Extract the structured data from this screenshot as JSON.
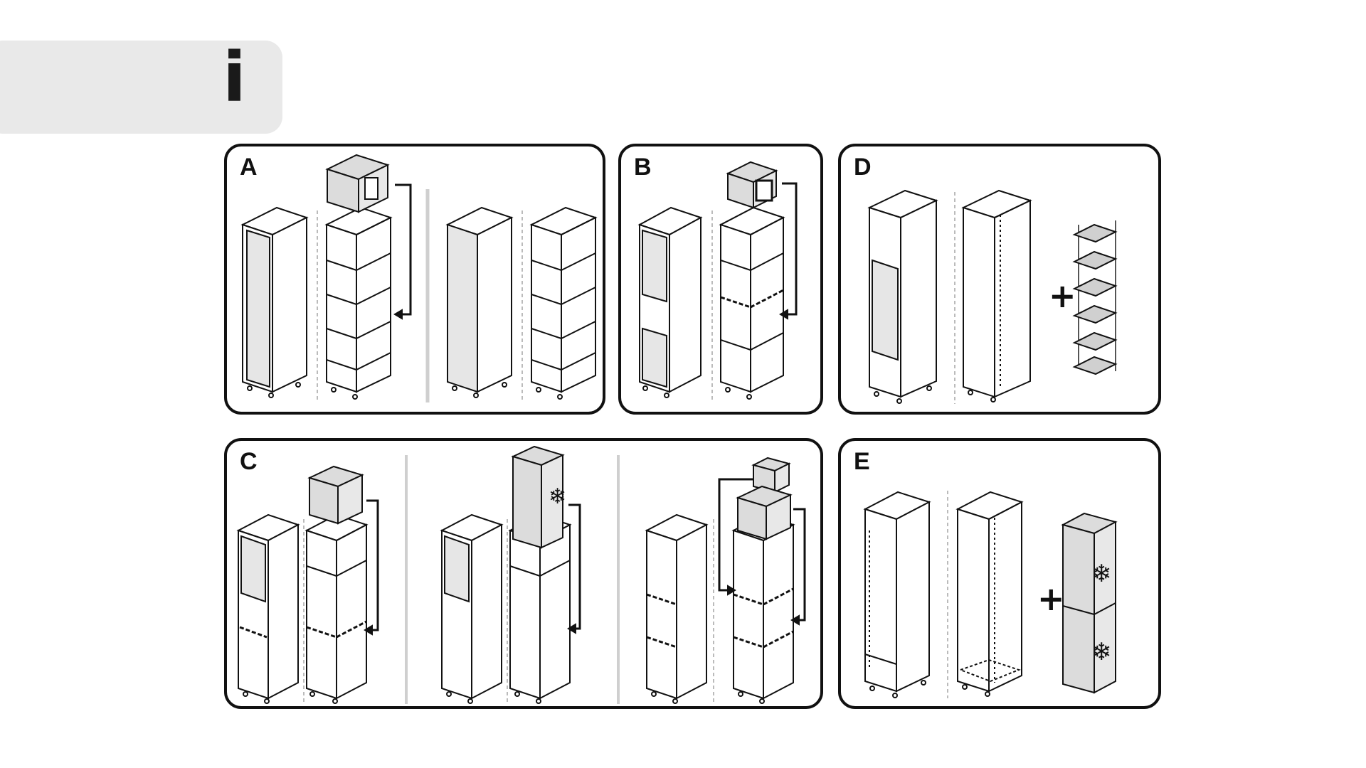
{
  "info_tab": {
    "icon": "info-icon",
    "glyph": "i",
    "background": "#e9e9e9"
  },
  "panels": {
    "a": {
      "letter": "A"
    },
    "b": {
      "letter": "B"
    },
    "c": {
      "letter": "C"
    },
    "d": {
      "letter": "D",
      "plus": "+"
    },
    "e": {
      "letter": "E",
      "plus": "+"
    }
  },
  "colors": {
    "stroke": "#111111",
    "appliance_fill": "#dcdcdc",
    "panel_fill": "#e6e6e6",
    "divider": "#cfcfcf"
  }
}
